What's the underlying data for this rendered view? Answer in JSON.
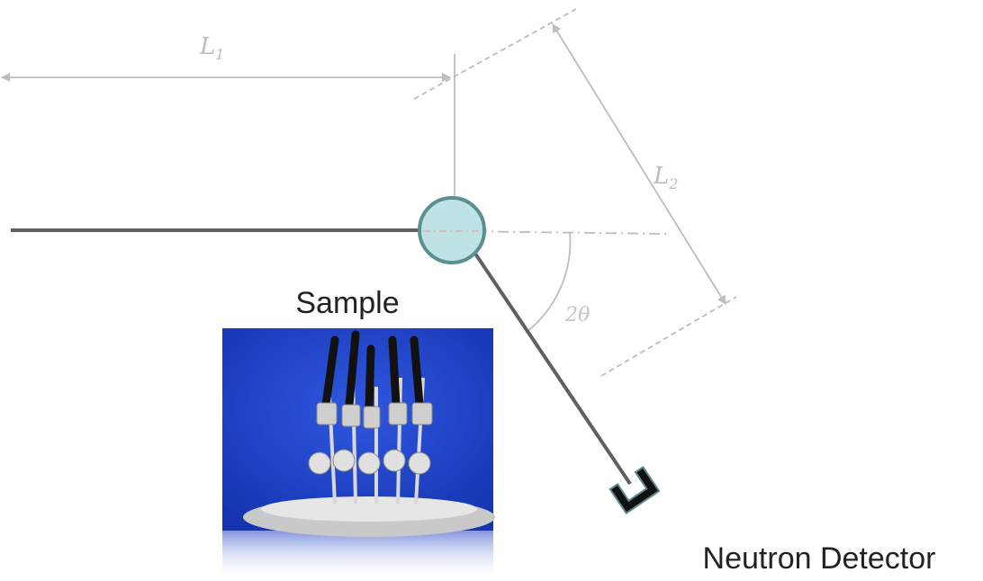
{
  "diagram": {
    "labels": {
      "l1_main": "L",
      "l1_sub": "1",
      "l2_main": "L",
      "l2_sub": "2",
      "angle": "2θ",
      "sample": "Sample",
      "detector": "Neutron Detector"
    },
    "colors": {
      "beam": "#606060",
      "guide": "#bdbdbd",
      "sample_fill": "#bfe3e5",
      "sample_stroke": "#5b9090",
      "detector_fill": "#111111",
      "photo_bg": "#1b3fc6"
    },
    "icons": {
      "sample_sphere": "circle",
      "detector": "u-shaped-detector",
      "sample_photo": "sample-holder-photo"
    }
  }
}
